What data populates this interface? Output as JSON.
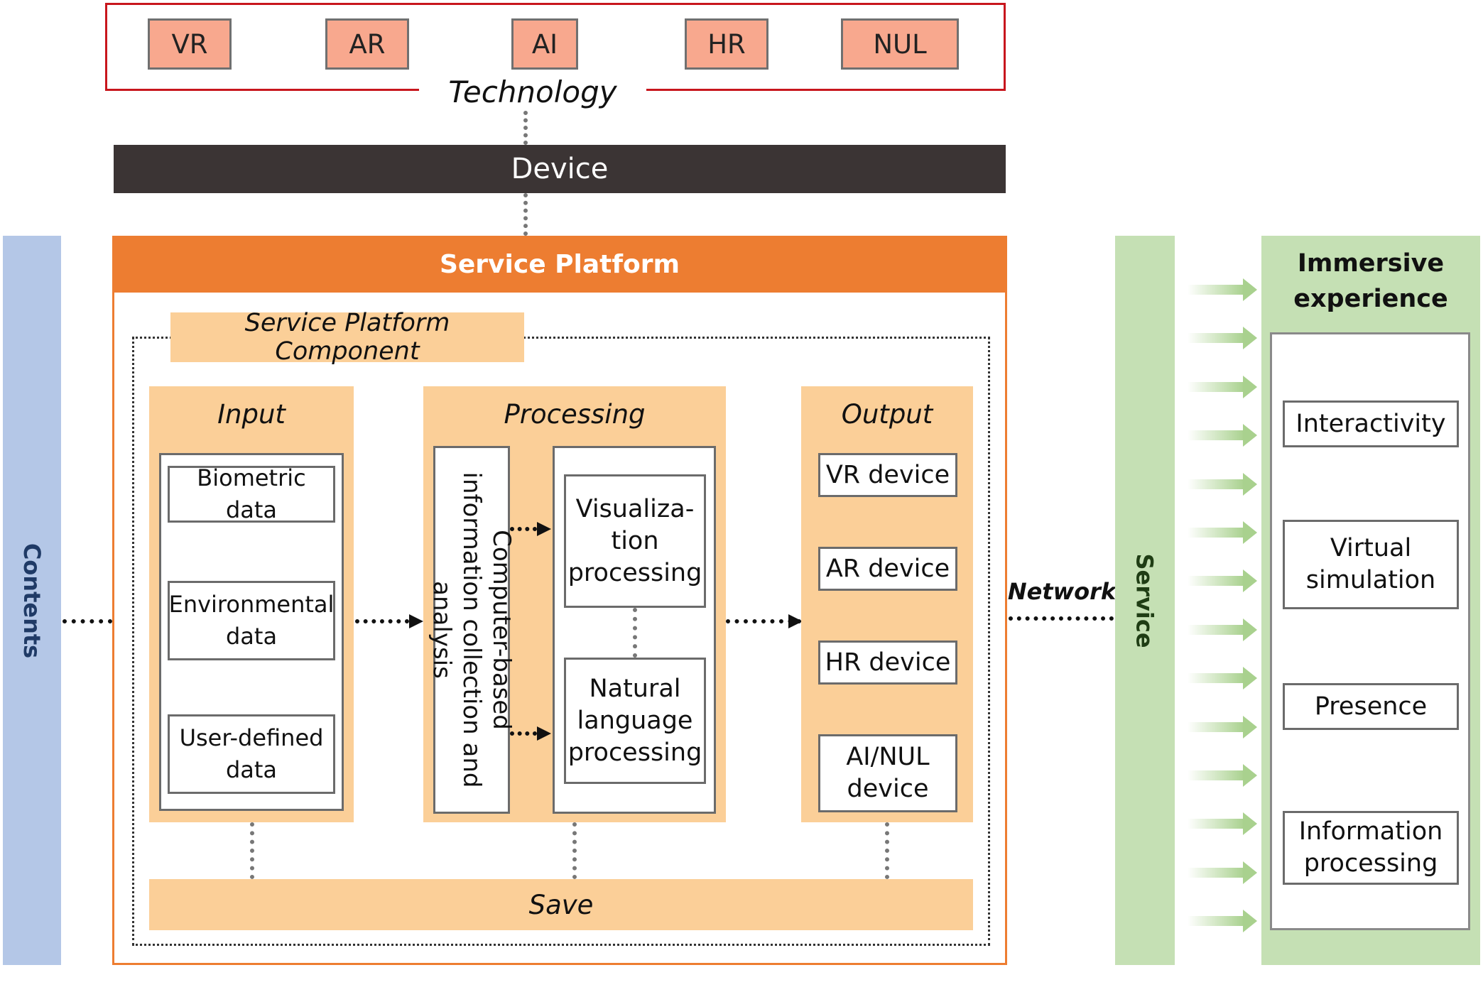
{
  "technology": {
    "label": "Technology",
    "items": [
      "VR",
      "AR",
      "AI",
      "HR",
      "NUL"
    ]
  },
  "device": {
    "label": "Device"
  },
  "contents": {
    "label": "Contents"
  },
  "service_platform": {
    "title": "Service Platform",
    "component_label": "Service Platform Component",
    "input": {
      "title": "Input",
      "items": [
        "Biometric data",
        "Environmental data",
        "User-defined data"
      ]
    },
    "processing": {
      "title": "Processing",
      "vertical_label": "Computer-based information collection and analysis",
      "items": [
        "Visualiza-tion processing",
        "Natural language processing"
      ]
    },
    "output": {
      "title": "Output",
      "items": [
        "VR device",
        "AR device",
        "HR device",
        "AI/NUL device"
      ]
    },
    "save": "Save"
  },
  "network": {
    "label": "Network"
  },
  "service": {
    "label": "Service"
  },
  "immersive": {
    "title": "Immersive experience",
    "items": [
      "Interactivity",
      "Virtual simulation",
      "Presence",
      "Information processing"
    ]
  },
  "colors": {
    "tech_border": "#C8161D",
    "tech_box": "#F8A88E",
    "device_bar": "#3B3434",
    "platform_orange": "#ED7D31",
    "peach": "#FBCF98",
    "contents_blue": "#B4C7E7",
    "service_green": "#C5E0B4",
    "arrow_green": "#A9D18E"
  }
}
